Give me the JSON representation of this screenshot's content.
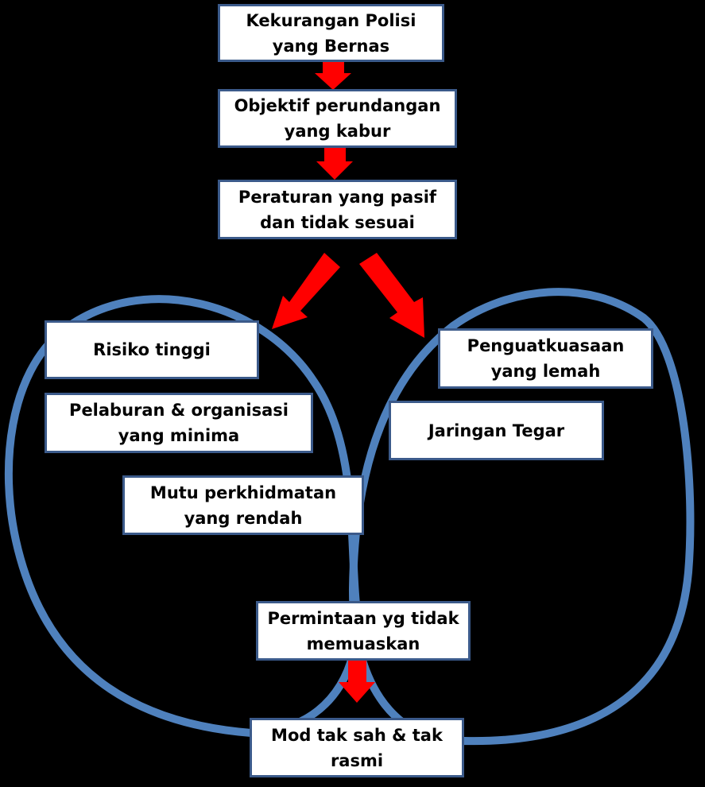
{
  "colors": {
    "background": "#000000",
    "box_fill": "#ffffff",
    "box_border": "#3b5a8a",
    "loop_stroke": "#4f81bd",
    "arrow_fill": "#ff0000"
  },
  "nodes": [
    {
      "id": "n1",
      "label": "Kekurangan Polisi\nyang Bernas"
    },
    {
      "id": "n2",
      "label": "Objektif perundangan\nyang kabur"
    },
    {
      "id": "n3",
      "label": "Peraturan yang pasif\ndan tidak sesuai"
    },
    {
      "id": "n4",
      "label": "Risiko tinggi"
    },
    {
      "id": "n5",
      "label": "Pelaburan & organisasi\nyang minima"
    },
    {
      "id": "n6",
      "label": "Mutu perkhidmatan\nyang rendah"
    },
    {
      "id": "n7",
      "label": "Penguatkuasaan\nyang lemah"
    },
    {
      "id": "n8",
      "label": "Jaringan Tegar"
    },
    {
      "id": "n9",
      "label": "Permintaan yg tidak\nmemuaskan"
    },
    {
      "id": "n10",
      "label": "Mod tak sah & tak\nrasmi"
    }
  ],
  "edges": [
    {
      "from": "n1",
      "to": "n2"
    },
    {
      "from": "n2",
      "to": "n3"
    },
    {
      "from": "n3",
      "to": "n4"
    },
    {
      "from": "n3",
      "to": "n7"
    },
    {
      "from": "n9",
      "to": "n10"
    }
  ]
}
